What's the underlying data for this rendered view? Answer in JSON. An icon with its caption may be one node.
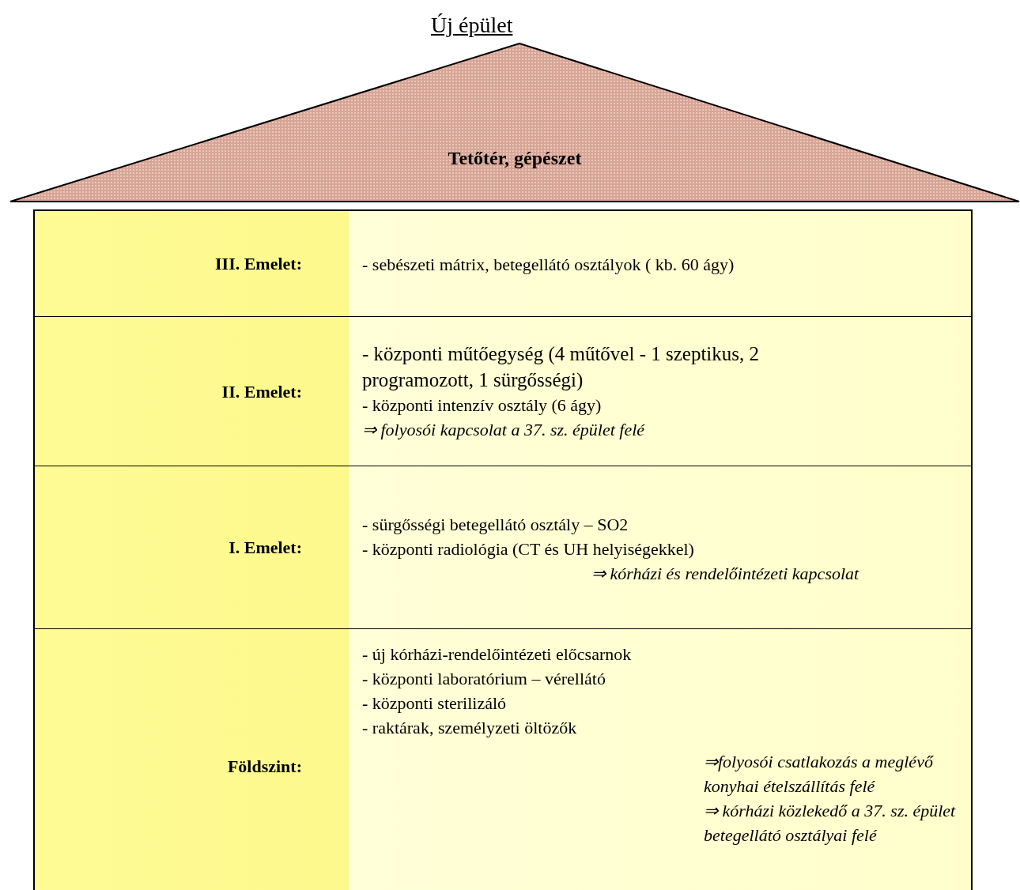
{
  "diagram": {
    "title": "Új épület",
    "nodes": [
      {
        "text": [
          "Tetőtér, gépészet"
        ]
      },
      {
        "text": [],
        "shape": "box"
      },
      {
        "text": [
          "III. Emelet:",
          "- sebészeti mátrix, betegellátó osztályok ( kb. 60 ágy)"
        ],
        "in": 1
      },
      {
        "text": [
          "II. Emelet:",
          "- központi műtőegység (4 műtővel - 1 szeptikus, 2 programozott, 1 sürgősségi)",
          "- központi intenzív osztály (6 ágy)",
          "⇒ folyosói kapcsolat a 37. sz. épület felé"
        ],
        "in": 1
      },
      {
        "text": [
          "I. Emelet:",
          "- sürgősségi betegellátó osztály – SO2",
          "- központi radiológia (CT és UH helyiségekkel)",
          "⇒ kórházi és rendelőintézeti kapcsolat"
        ],
        "in": 1
      },
      {
        "text": [
          "Földszint:",
          "- új kórházi-rendelőintézeti előcsarnok",
          "- központi laboratórium – vérellátó",
          "- központi sterilizáló",
          "- raktárak, személyzeti öltözők",
          "⇒folyosói csatlakozás a meglévő konyhai ételszállítás felé",
          "⇒ kórházi közlekedő a 37. sz. épület betegellátó osztályai felé"
        ],
        "in": 1
      }
    ]
  }
}
